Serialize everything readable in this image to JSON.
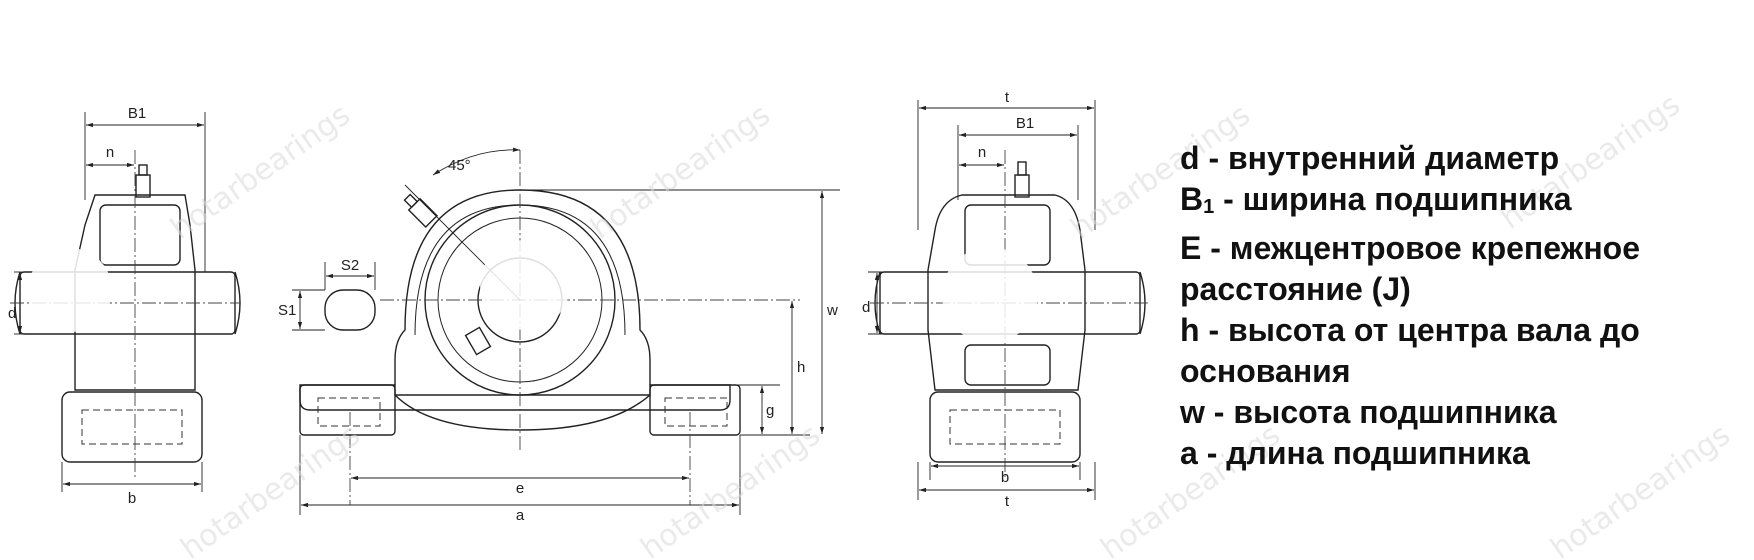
{
  "diagram": {
    "dimensions": {
      "B1": "B1",
      "n": "n",
      "d": "d",
      "b": "b",
      "S1": "S1",
      "S2": "S2",
      "angle": "45°",
      "e": "e",
      "a": "a",
      "h": "h",
      "g": "g",
      "w": "w",
      "t": "t"
    },
    "watermark": "hotarbearings"
  },
  "legend": [
    {
      "symbol": "d",
      "text": " - внутренний диаметр"
    },
    {
      "symbol": "B",
      "sub": "1",
      "text": " - ширина подшипника"
    },
    {
      "symbol": "E",
      "text": " - межцентровое крепежное"
    },
    {
      "symbol": "",
      "text": "расстояние (J)"
    },
    {
      "symbol": "h",
      "text": " - высота от центра вала до"
    },
    {
      "symbol": "",
      "text": "основания"
    },
    {
      "symbol": "w",
      "text": " - высота подшипника"
    },
    {
      "symbol": "a",
      "text": " - длина подшипника"
    }
  ]
}
